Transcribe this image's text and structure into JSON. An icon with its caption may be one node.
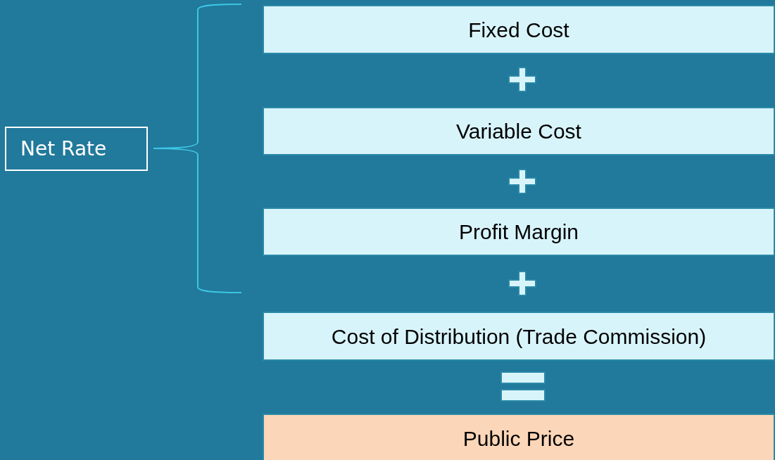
{
  "diagram": {
    "nodes": [
      {
        "text": [
          "Net Rate"
        ]
      },
      {
        "text": [
          "Fixed Cost"
        ]
      },
      {
        "text": [
          "Variable Cost"
        ]
      },
      {
        "text": [
          "Profit Margin"
        ]
      },
      {
        "text": [
          "Cost of Distribution (Trade Commission)"
        ]
      },
      {
        "text": [
          "Public Price"
        ]
      }
    ]
  }
}
